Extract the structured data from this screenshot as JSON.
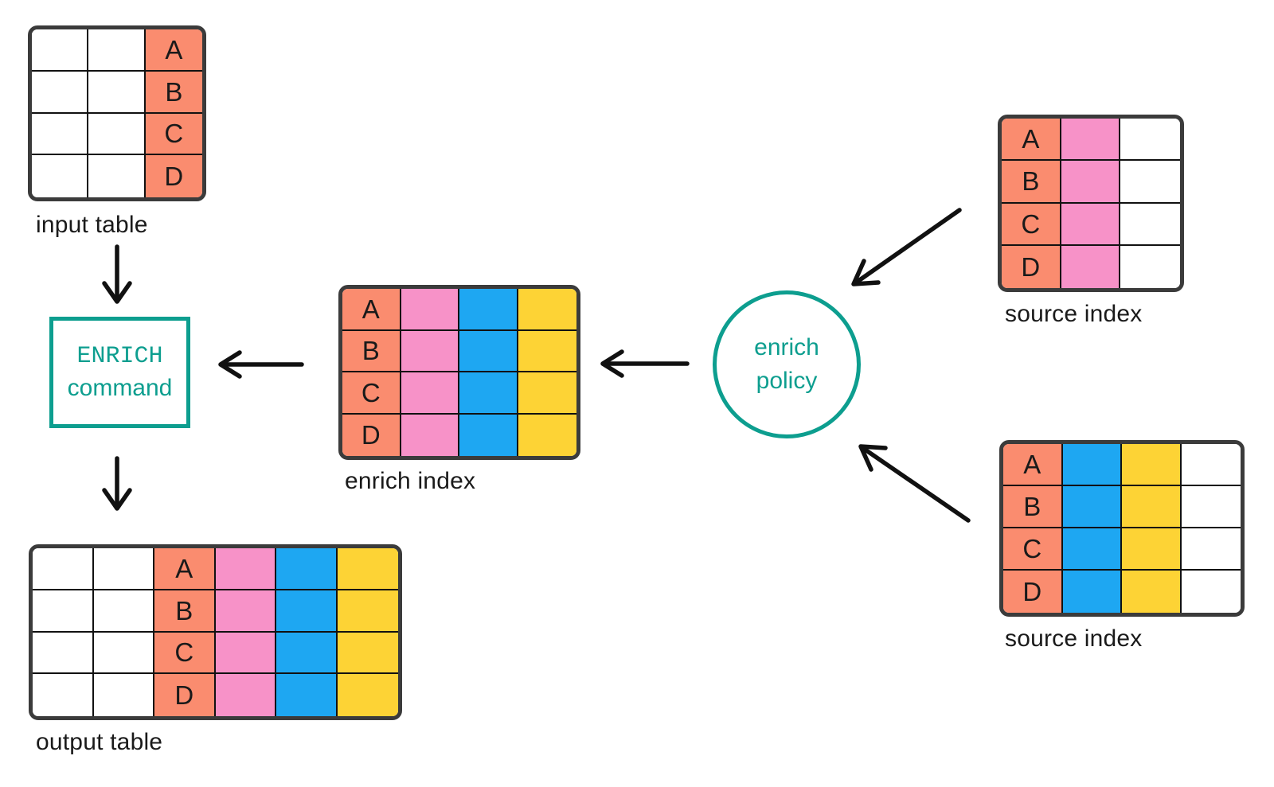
{
  "colors": {
    "white": "#FFFFFF",
    "salmon": "#FA8C6F",
    "pink": "#F792C8",
    "blue": "#1EA7F2",
    "yellow": "#FDD335",
    "teal": "#0D9E8F",
    "border": "#3B3B3B",
    "grid": "#111111",
    "ink": "#1A1A1A",
    "arrow": "#111111"
  },
  "nodes": {
    "input_table": {
      "label": "input table",
      "rows": 4,
      "columns": [
        {
          "fill": "white"
        },
        {
          "fill": "white"
        },
        {
          "fill": "salmon",
          "values": [
            "A",
            "B",
            "C",
            "D"
          ]
        }
      ]
    },
    "enrich_command": {
      "line1": "ENRICH",
      "line2": "command"
    },
    "output_table": {
      "label": "output table",
      "rows": 4,
      "columns": [
        {
          "fill": "white"
        },
        {
          "fill": "white"
        },
        {
          "fill": "salmon",
          "values": [
            "A",
            "B",
            "C",
            "D"
          ]
        },
        {
          "fill": "pink"
        },
        {
          "fill": "blue"
        },
        {
          "fill": "yellow"
        }
      ]
    },
    "enrich_index": {
      "label": "enrich index",
      "rows": 4,
      "columns": [
        {
          "fill": "salmon",
          "values": [
            "A",
            "B",
            "C",
            "D"
          ]
        },
        {
          "fill": "pink"
        },
        {
          "fill": "blue"
        },
        {
          "fill": "yellow"
        }
      ]
    },
    "enrich_policy": {
      "line1": "enrich",
      "line2": "policy"
    },
    "source_index_top": {
      "label": "source index",
      "rows": 4,
      "columns": [
        {
          "fill": "salmon",
          "values": [
            "A",
            "B",
            "C",
            "D"
          ]
        },
        {
          "fill": "pink"
        },
        {
          "fill": "white"
        }
      ]
    },
    "source_index_bottom": {
      "label": "source index",
      "rows": 4,
      "columns": [
        {
          "fill": "salmon",
          "values": [
            "A",
            "B",
            "C",
            "D"
          ]
        },
        {
          "fill": "blue"
        },
        {
          "fill": "yellow"
        },
        {
          "fill": "white"
        }
      ]
    }
  },
  "arrows": [
    {
      "name": "input-table-to-enrich-command"
    },
    {
      "name": "enrich-command-to-output-table"
    },
    {
      "name": "enrich-index-to-enrich-command"
    },
    {
      "name": "enrich-policy-to-enrich-index"
    },
    {
      "name": "source-index-top-to-enrich-policy"
    },
    {
      "name": "source-index-bottom-to-enrich-policy"
    }
  ]
}
